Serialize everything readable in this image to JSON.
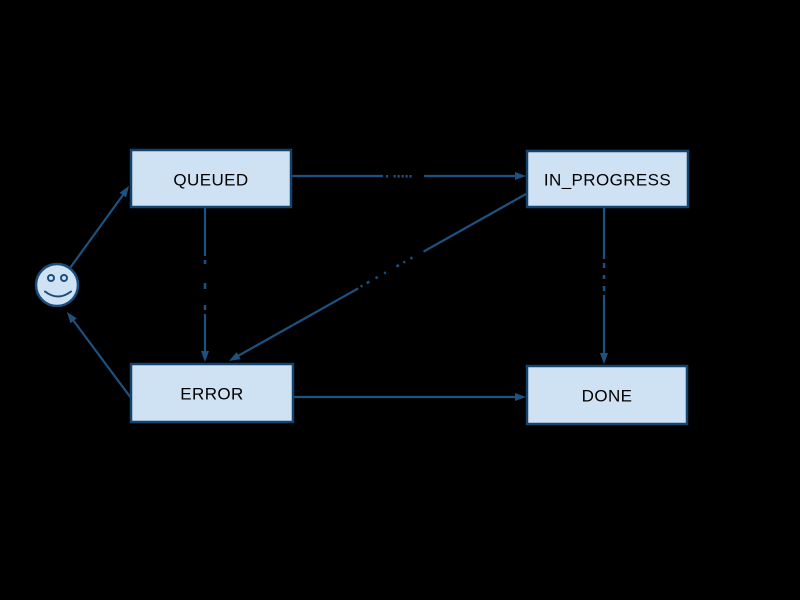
{
  "diagram": {
    "type": "state-machine-flowchart",
    "background_color": "#000000",
    "node_fill_color": "#cfe2f4",
    "node_border_color": "#14436b",
    "edge_color": "#1c5180",
    "node_text_color": "#000000",
    "nodes": [
      {
        "id": "user",
        "kind": "smiley-face",
        "label": ""
      },
      {
        "id": "queued",
        "kind": "box",
        "label": "QUEUED"
      },
      {
        "id": "in_progress",
        "kind": "box",
        "label": "IN_PROGRESS"
      },
      {
        "id": "error",
        "kind": "box",
        "label": "ERROR"
      },
      {
        "id": "done",
        "kind": "box",
        "label": "DONE"
      }
    ],
    "edges": [
      {
        "from": "user",
        "to": "queued",
        "label": "",
        "label_text_obscured": false
      },
      {
        "from": "queued",
        "to": "in_progress",
        "label": "",
        "label_text_obscured": true
      },
      {
        "from": "queued",
        "to": "error",
        "label": "",
        "label_text_obscured": true
      },
      {
        "from": "in_progress",
        "to": "error",
        "label": "",
        "label_text_obscured": true
      },
      {
        "from": "in_progress",
        "to": "done",
        "label": "",
        "label_text_obscured": true
      },
      {
        "from": "error",
        "to": "done",
        "label": "",
        "label_text_obscured": false
      },
      {
        "from": "error",
        "to": "user",
        "label": "",
        "label_text_obscured": false
      }
    ]
  }
}
